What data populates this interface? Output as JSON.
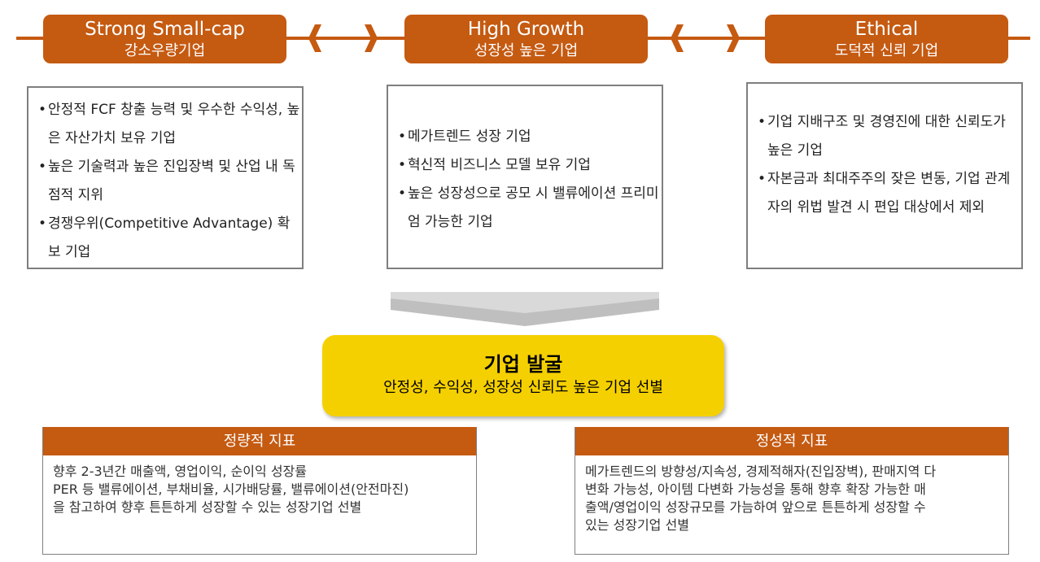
{
  "pillars": [
    {
      "title": "Strong Small-cap",
      "subtitle": "강소우량기업"
    },
    {
      "title": "High Growth",
      "subtitle": "성장성 높은 기업"
    },
    {
      "title": "Ethical",
      "subtitle": "도덕적 신뢰 기업"
    }
  ],
  "details": [
    [
      "안정적 FCF 창출 능력 및 우수한 수익성, 높은 자산가치 보유 기업",
      "높은 기술력과 높은 진입장벽 및 산업 내 독점적 지위",
      "경쟁우위(Competitive Advantage) 확보 기업"
    ],
    [
      "메가트렌드 성장 기업",
      "혁신적 비즈니스 모델 보유 기업",
      "높은 성장성으로 공모 시 밸류에이션 프리미엄 가능한 기업"
    ],
    [
      "기업 지배구조 및 경영진에 대한 신뢰도가 높은 기업",
      "자본금과 최대주주의 잦은 변동, 기업 관계자의 위법 발견 시 편입 대상에서 제외"
    ]
  ],
  "result": {
    "title": "기업 발굴",
    "subtitle": "안정성, 수익성, 성장성 신뢰도 높은 기업 선별"
  },
  "criteria": [
    {
      "title": "정량적 지표",
      "lines": [
        "향후 2-3년간 매출액, 영업이익, 순이익 성장률",
        "PER 등 밸류에이션, 부채비율, 시가배당률, 밸류에이션(안전마진)",
        "을 참고하여 향후 튼튼하게 성장할 수 있는 성장기업 선별"
      ]
    },
    {
      "title": "정성적 지표",
      "lines": [
        "메가트렌드의 방향성/지속성, 경제적해자(진입장벽), 판매지역 다",
        "변화 가능성, 아이템 다변화 가능성을 통해 향후 확장 가능한 매",
        "출액/영업이익 성장규모를 가늠하여 앞으로 튼튼하게 성장할 수",
        "있는 성장기업 선별"
      ]
    }
  ],
  "colors": {
    "accent": "#c55a11",
    "highlight": "#f5d000"
  }
}
